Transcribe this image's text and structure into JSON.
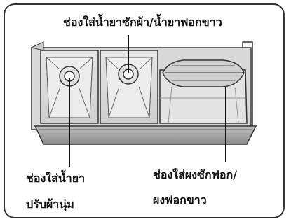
{
  "labels": {
    "bleach_softener_compartment": "ช่องใส่น้ำยาซักผ้า/น้ำยาฟอกขาว",
    "fabric_softener_line1": "ช่องใส่น้ำยา",
    "fabric_softener_line2": "ปรับผ้านุ่ม",
    "powder_line1": "ช่องใส่ผงซักฟอก/",
    "powder_line2": "ผงฟอกขาว"
  }
}
